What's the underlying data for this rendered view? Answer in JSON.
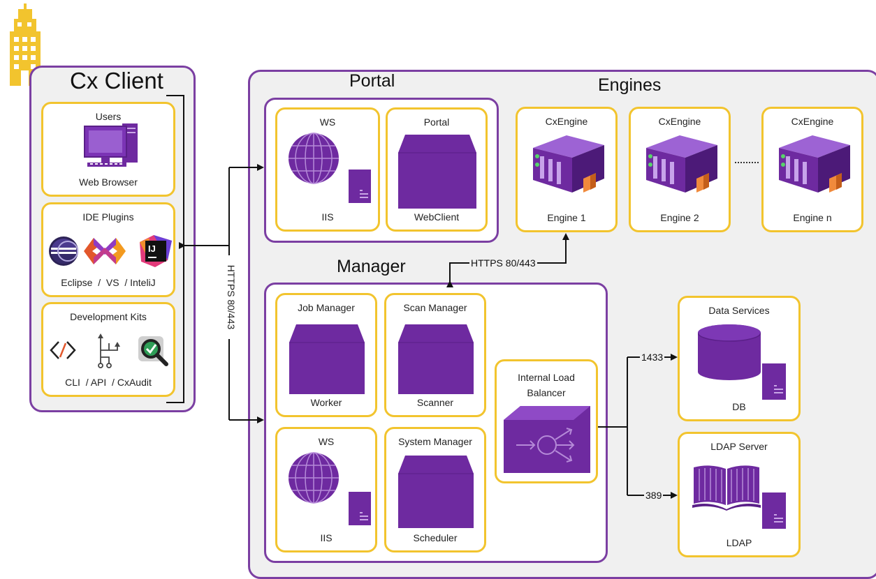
{
  "colors": {
    "purple": "#6e2aa0",
    "purple_light": "#9356c6",
    "gold": "#f2c42e",
    "group_bg": "#f0f0f0"
  },
  "client": {
    "title": "Cx Client",
    "users": {
      "title": "Users",
      "caption": "Web Browser"
    },
    "ide": {
      "title": "IDE Plugins",
      "caption": "Eclipse  /  VS  / InteliJ",
      "icons": [
        "eclipse-icon",
        "visual-studio-icon",
        "intellij-icon"
      ]
    },
    "devkits": {
      "title": "Development Kits",
      "caption": "CLI  / API  / CxAudit",
      "icons": [
        "cli-code-icon",
        "api-tree-icon",
        "cxaudit-icon"
      ]
    }
  },
  "portal": {
    "title": "Portal",
    "ws": {
      "title": "WS",
      "caption": "IIS"
    },
    "web": {
      "title": "Portal",
      "caption": "WebClient"
    }
  },
  "engines": {
    "title": "Engines",
    "items": [
      {
        "title": "CxEngine",
        "caption": "Engine 1"
      },
      {
        "title": "CxEngine",
        "caption": "Engine 2"
      },
      {
        "title": "CxEngine",
        "caption": "Engine n"
      }
    ]
  },
  "manager": {
    "title": "Manager",
    "job": {
      "title": "Job Manager",
      "caption": "Worker"
    },
    "scan": {
      "title": "Scan Manager",
      "caption": "Scanner"
    },
    "ws": {
      "title": "WS",
      "caption": "IIS"
    },
    "system": {
      "title": "System Manager",
      "caption": "Scheduler"
    },
    "lb": {
      "title": "Internal Load Balancer"
    }
  },
  "data": {
    "db": {
      "title": "Data Services",
      "caption": "DB"
    },
    "ldap": {
      "title": "LDAP Server",
      "caption": "LDAP"
    }
  },
  "connections": {
    "client_https": "HTTPS 80/443",
    "engine_https": "HTTPS 80/443",
    "db_port": "1433",
    "ldap_port": "389"
  }
}
